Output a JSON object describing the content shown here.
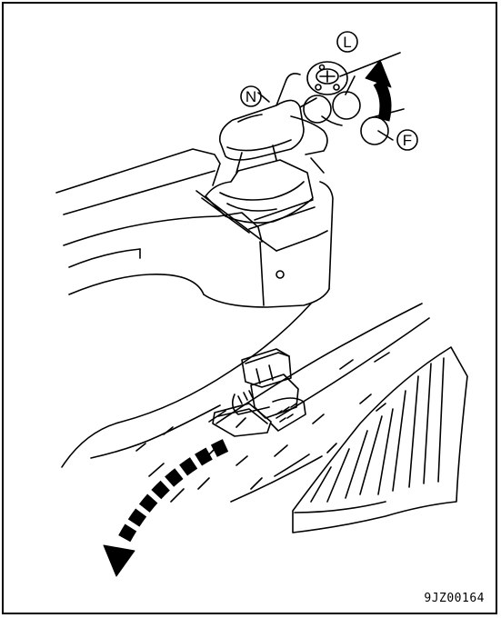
{
  "callouts": {
    "neutral": "N",
    "left": "L",
    "forward": "F"
  },
  "figure_code": "9JZ00164",
  "icons": [
    "joystick-lever",
    "steering-arrow",
    "bulldozer",
    "turn-path-arrow"
  ],
  "colors": {
    "line": "#000000",
    "background": "#ffffff"
  }
}
